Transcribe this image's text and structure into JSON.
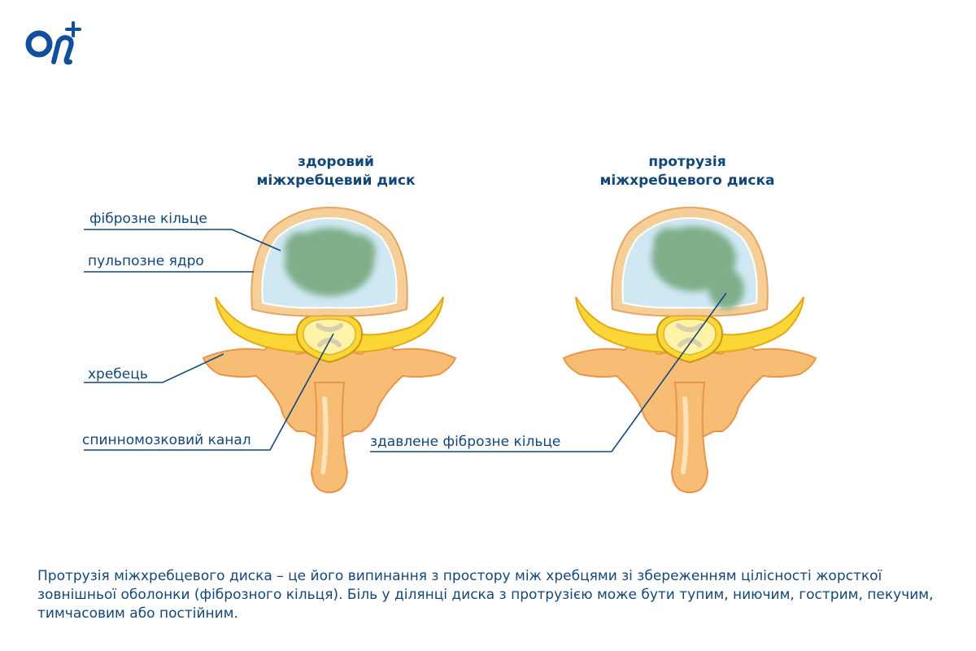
{
  "titles": {
    "healthy": [
      "здоровий",
      "міжхребцевий диск"
    ],
    "protrusion": [
      "протрузія",
      "міжхребцевого диска"
    ]
  },
  "labels": {
    "annulus": "фіброзне кільце",
    "nucleus": "пульпозне ядро",
    "vertebra": "хребець",
    "spinal_canal": "спинномозковий канал",
    "compressed_annulus": "здавлене фіброзне кільце"
  },
  "caption": "Протрузія міжхребцевого диска – це його випинання з простору між хребцями зі збереженням цілісності жорсткої зовнішньої оболонки (фіброзного кільця). Біль у ділянці диска з протрузією може бути тупим, ниючим, гострим, пекучим, тимчасовим або постійним.",
  "colors": {
    "line": "#12477a",
    "bone": "#f8bd75",
    "bone_outline": "#e8954a",
    "arch": "#fbd735",
    "disc_outer": "#f6cf98",
    "disc_inner": "#cfe8f4",
    "nucleus": "#7fae89",
    "logo": "#0f4f9b"
  },
  "icons": {
    "logo": "on-plus-logo"
  }
}
